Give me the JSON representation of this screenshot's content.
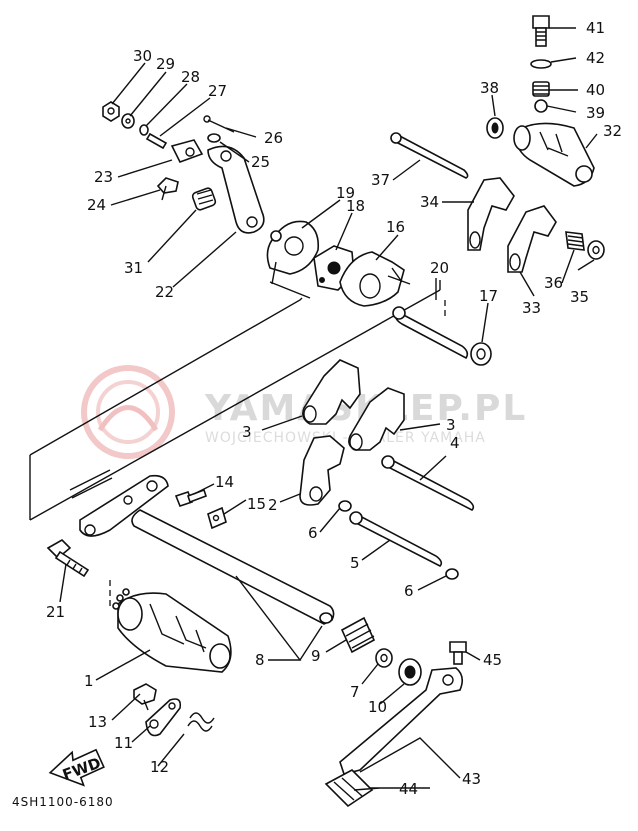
{
  "watermark": {
    "brand": "YAMASKLEP.PL",
    "subtitle": "WOJCIECHOWSKI - DEALER YAMAHA"
  },
  "diagram_code": "4SH1100-6180",
  "fwd_label": "FWD",
  "callouts": {
    "n1": "1",
    "n2": "2",
    "n3a": "3",
    "n3b": "3",
    "n4": "4",
    "n5": "5",
    "n6a": "6",
    "n6b": "6",
    "n7": "7",
    "n8": "8",
    "n9": "9",
    "n10": "10",
    "n11": "11",
    "n12": "12",
    "n13": "13",
    "n14": "14",
    "n15": "15",
    "n16": "16",
    "n17": "17",
    "n18": "18",
    "n19": "19",
    "n20": "20",
    "n21": "21",
    "n22": "22",
    "n23": "23",
    "n24": "24",
    "n25": "25",
    "n26": "26",
    "n27": "27",
    "n28": "28",
    "n29": "29",
    "n30": "30",
    "n31": "31",
    "n32": "32",
    "n33": "33",
    "n34": "34",
    "n35": "35",
    "n36": "36",
    "n37": "37",
    "n38": "38",
    "n39": "39",
    "n40": "40",
    "n41": "41",
    "n42": "42",
    "n43": "43",
    "n44": "44",
    "n45": "45"
  }
}
